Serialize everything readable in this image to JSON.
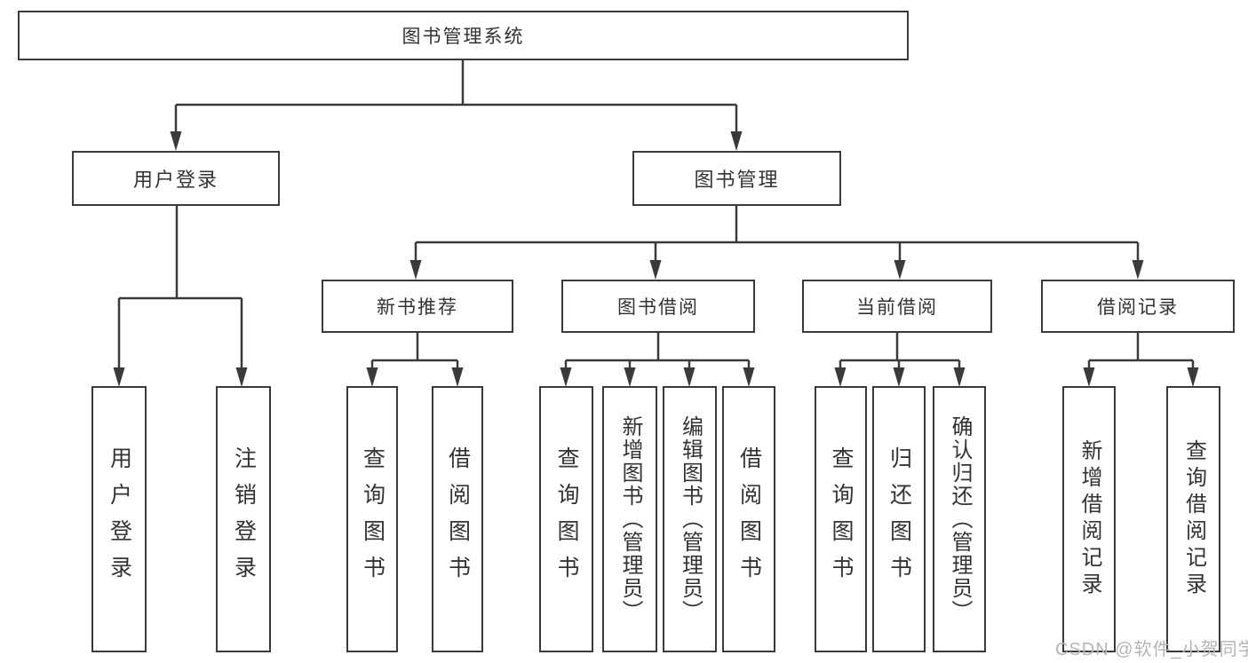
{
  "diagram_title": "图书管理系统",
  "nodes": {
    "root": {
      "label": "图书管理系统"
    },
    "l2": [
      {
        "label": "用户登录",
        "parent": "图书管理系统"
      },
      {
        "label": "图书管理",
        "parent": "图书管理系统"
      }
    ],
    "l3": [
      {
        "label": "新书推荐",
        "parent": "图书管理"
      },
      {
        "label": "图书借阅",
        "parent": "图书管理"
      },
      {
        "label": "当前借阅",
        "parent": "图书管理"
      },
      {
        "label": "借阅记录",
        "parent": "图书管理"
      }
    ],
    "leaves": [
      {
        "label": "用户登录",
        "parent": "用户登录"
      },
      {
        "label": "注销登录",
        "parent": "用户登录"
      },
      {
        "label": "查询图书",
        "parent": "新书推荐"
      },
      {
        "label": "借阅图书",
        "parent": "新书推荐"
      },
      {
        "label": "查询图书",
        "parent": "图书借阅"
      },
      {
        "label": "新增图书（管理员）",
        "parent": "图书借阅"
      },
      {
        "label": "编辑图书（管理员）",
        "parent": "图书借阅"
      },
      {
        "label": "借阅图书",
        "parent": "图书借阅"
      },
      {
        "label": "查询图书",
        "parent": "当前借阅"
      },
      {
        "label": "归还图书",
        "parent": "当前借阅"
      },
      {
        "label": "确认归还（管理员）",
        "parent": "当前借阅"
      },
      {
        "label": "新增借阅记录",
        "parent": "借阅记录"
      },
      {
        "label": "查询借阅记录",
        "parent": "借阅记录"
      }
    ]
  },
  "watermark": {
    "text": "CSDN @软件_小贺同学"
  },
  "colors": {
    "line": "#3a3a3a",
    "box_border": "#3a3a3a",
    "box_fill": "#ffffff",
    "text": "#333333",
    "watermark": "#b5b5b5",
    "background": "#ffffff"
  }
}
